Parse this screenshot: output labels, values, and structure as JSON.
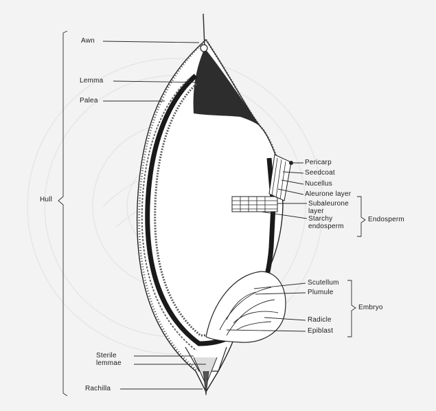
{
  "labels": {
    "awn": "Awn",
    "lemma": "Lemma",
    "palea": "Palea",
    "hull": "Hull",
    "pericarp": "Pericarp",
    "seedcoat": "Seedcoat",
    "nucellus": "Nucellus",
    "aleurone_layer": "Aleurone layer",
    "subaleurone_layer_1": "Subaleurone",
    "subaleurone_layer_2": "layer",
    "starchy_endosperm_1": "Starchy",
    "starchy_endosperm_2": "endosperm",
    "endosperm": "Endosperm",
    "scutellum": "Scutellum",
    "plumule": "Plumule",
    "radicle": "Radicle",
    "epiblast": "Epiblast",
    "embryo": "Embryo",
    "sterile_lemmae_1": "Sterile",
    "sterile_lemmae_2": "lemmae",
    "rachilla": "Rachilla"
  },
  "colors": {
    "background": "#f3f3f3",
    "ink": "#1a1a1a",
    "watermark": "#e3e3e3"
  }
}
